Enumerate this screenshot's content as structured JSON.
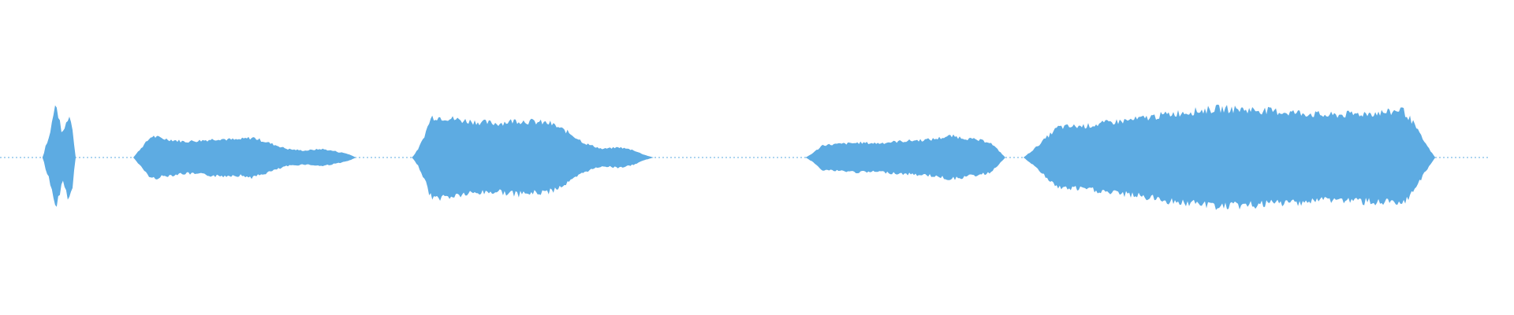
{
  "waveform": {
    "color": "#5dabe2",
    "background": "#ffffff",
    "segments": [
      {
        "start": 0.028,
        "end": 0.05,
        "amp": [
          0.08,
          0.35,
          0.95,
          0.4,
          0.75,
          0.3
        ]
      },
      {
        "start": 0.088,
        "end": 0.235,
        "amp": [
          0.4,
          0.38,
          0.32,
          0.28,
          0.3,
          0.33,
          0.31,
          0.35,
          0.25,
          0.15,
          0.12,
          0.15,
          0.1,
          0.18
        ]
      },
      {
        "start": 0.272,
        "end": 0.432,
        "amp": [
          0.35,
          0.72,
          0.7,
          0.65,
          0.62,
          0.6,
          0.65,
          0.63,
          0.6,
          0.45,
          0.25,
          0.15,
          0.18,
          0.12,
          0.08
        ]
      },
      {
        "start": 0.532,
        "end": 0.664,
        "amp": [
          0.15,
          0.22,
          0.24,
          0.26,
          0.25,
          0.28,
          0.3,
          0.32,
          0.38,
          0.33,
          0.28,
          0.32
        ]
      },
      {
        "start": 0.676,
        "end": 0.948,
        "amp": [
          0.45,
          0.52,
          0.54,
          0.56,
          0.62,
          0.66,
          0.72,
          0.78,
          0.82,
          0.86,
          0.85,
          0.83,
          0.8,
          0.78,
          0.74,
          0.76,
          0.78,
          0.8,
          0.95,
          0.8
        ]
      }
    ]
  }
}
